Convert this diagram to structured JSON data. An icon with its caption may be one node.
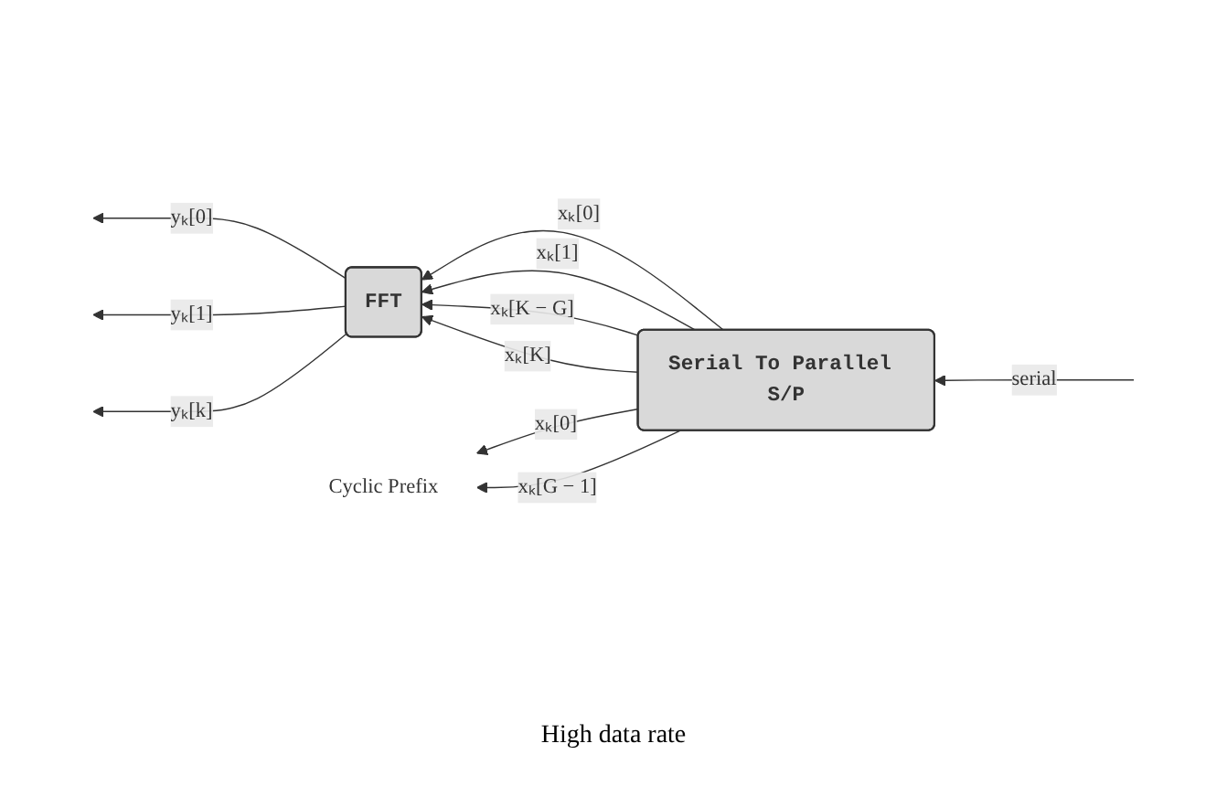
{
  "diagram": {
    "nodes": [
      {
        "text": [
          "Serial To Parallel S/P"
        ]
      },
      {
        "text": [
          "FFT"
        ]
      },
      {
        "text": [
          "Cyclic Prefix"
        ]
      }
    ],
    "edges": [
      {
        "from": 0,
        "to": 2,
        "label": "xₖ[0]",
        "arrow": "to"
      },
      {
        "from": 0,
        "to": 2,
        "label": "xₖ[G − 1]",
        "arrow": "to"
      },
      {
        "from": 0,
        "to": 1,
        "label": "xₖ[0]",
        "arrow": "to"
      },
      {
        "from": 0,
        "to": 1,
        "label": "xₖ[1]",
        "arrow": "to"
      },
      {
        "from": 0,
        "to": 1,
        "label": "xₖ[K − G]",
        "arrow": "to"
      },
      {
        "from": 0,
        "to": 1,
        "label": "xₖ[K]",
        "arrow": "to"
      },
      {
        "from": 1,
        "to": null,
        "label": "yₖ[0]",
        "arrow": "to"
      },
      {
        "from": 1,
        "to": null,
        "label": "yₖ[1]",
        "arrow": "to"
      },
      {
        "from": 1,
        "to": null,
        "label": "yₖ[k]",
        "arrow": "to"
      },
      {
        "from": null,
        "to": 0,
        "label": "serial",
        "arrow": "to"
      }
    ],
    "labels": [
      "High data rate"
    ]
  }
}
